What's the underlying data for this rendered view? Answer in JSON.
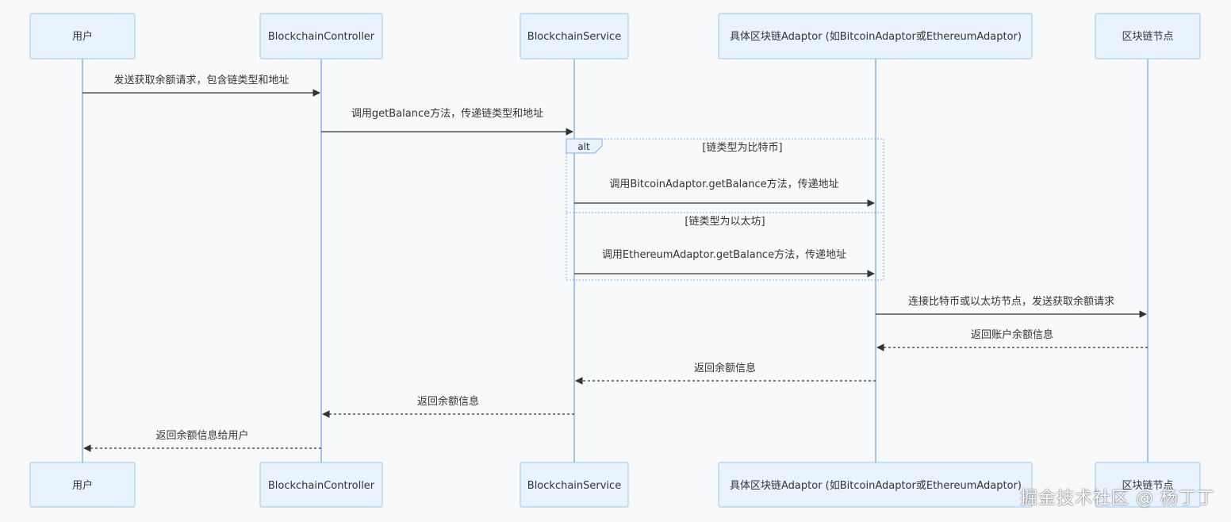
{
  "participants": [
    {
      "id": "user",
      "label": "用户"
    },
    {
      "id": "controller",
      "label": "BlockchainController"
    },
    {
      "id": "service",
      "label": "BlockchainService"
    },
    {
      "id": "adaptor",
      "label": "具体区块链Adaptor (如BitcoinAdaptor或EthereumAdaptor)"
    },
    {
      "id": "node",
      "label": "区块链节点"
    }
  ],
  "messages": [
    {
      "from": "user",
      "to": "controller",
      "label": "发送获取余额请求，包含链类型和地址",
      "style": "solid"
    },
    {
      "from": "controller",
      "to": "service",
      "label": "调用getBalance方法，传递链类型和地址",
      "style": "solid"
    },
    {
      "from": "service",
      "to": "adaptor",
      "label": "调用BitcoinAdaptor.getBalance方法，传递地址",
      "style": "solid"
    },
    {
      "from": "service",
      "to": "adaptor",
      "label": "调用EthereumAdaptor.getBalance方法，传递地址",
      "style": "solid"
    },
    {
      "from": "adaptor",
      "to": "node",
      "label": "连接比特币或以太坊节点，发送获取余额请求",
      "style": "solid"
    },
    {
      "from": "node",
      "to": "adaptor",
      "label": "返回账户余额信息",
      "style": "dashed"
    },
    {
      "from": "adaptor",
      "to": "service",
      "label": "返回余额信息",
      "style": "dashed"
    },
    {
      "from": "service",
      "to": "controller",
      "label": "返回余额信息",
      "style": "dashed"
    },
    {
      "from": "controller",
      "to": "user",
      "label": "返回余额信息给用户",
      "style": "dashed"
    }
  ],
  "alt_frame": {
    "keyword": "alt",
    "conditions": [
      "[链类型为比特币]",
      "[链类型为以太坊]"
    ]
  },
  "watermark": "掘金技术社区 @ 杨丁丁",
  "colors": {
    "actor_fill": "#e8f3fd",
    "actor_border": "#9fc7ee",
    "lifeline": "#7eaee8",
    "arrow": "#333333",
    "background": "#f8f9fb"
  }
}
